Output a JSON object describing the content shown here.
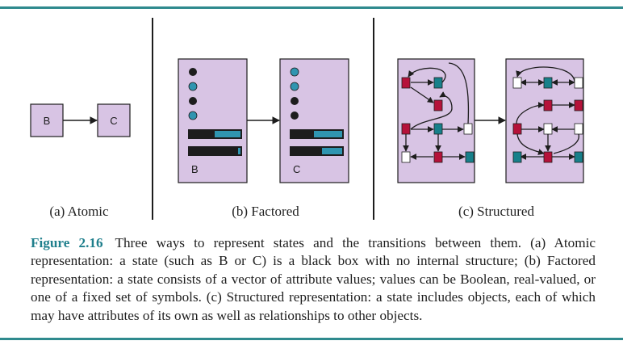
{
  "figure": {
    "atomic": {
      "state_b": "B",
      "state_c": "C",
      "label": "(a) Atomic"
    },
    "factored": {
      "state_b": "B",
      "state_c": "C",
      "label": "(b) Factored"
    },
    "structured": {
      "label": "(c) Structured"
    }
  },
  "caption": {
    "number": "Figure 2.16",
    "text": "Three ways to represent states and the transitions between them. (a) Atomic representation: a state (such as B or C) is a black box with no internal structure; (b) Factored representation: a state consists of a vector of attribute values; values can be Boolean, real-valued, or one of a fixed set of symbols. (c) Structured representation: a state includes objects, each of which may have attributes of its own as well as relationships to other objects."
  },
  "colors": {
    "panel_fill": "#d8c4e4",
    "rule": "#2f8a8e",
    "teal": "#2f95b0",
    "red_node": "#b5123a",
    "teal_node": "#17808a",
    "dark": "#1d1d1d",
    "caption_accent": "#1f7f8c"
  }
}
